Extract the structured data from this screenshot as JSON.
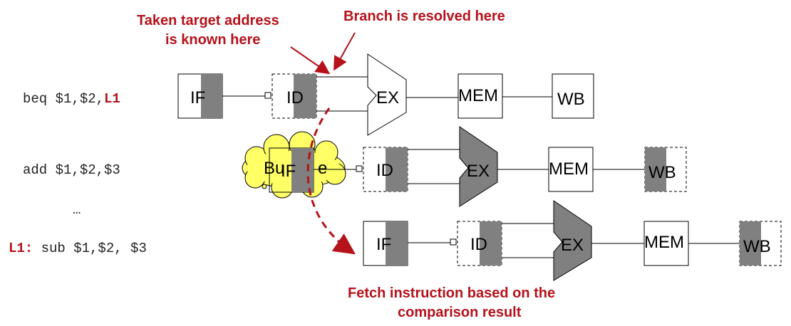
{
  "instructions": [
    {
      "text": "beq $1,$2,",
      "suffix": "L1",
      "label": ""
    },
    {
      "text": "add $1,$2,$3",
      "suffix": "",
      "label": ""
    },
    {
      "text": "…",
      "suffix": "",
      "label": ""
    },
    {
      "text": " sub $1,$2, $3",
      "suffix": "",
      "label": "L1:"
    }
  ],
  "stages": {
    "if": "IF",
    "id": "ID",
    "ex": "EX",
    "mem": "MEM",
    "wb": "WB"
  },
  "bubble": {
    "text_left": "Bu",
    "text_right": "e"
  },
  "annotations": {
    "target_known_line1": "Taken target address",
    "target_known_line2": "is known here",
    "branch_resolved": "Branch is resolved here",
    "fetch_line1": "Fetch instruction based on the",
    "fetch_line2": "comparison result"
  },
  "colors": {
    "accent_red": "#b5121b",
    "stage_gray": "#808080",
    "bubble_yellow": "#ffff66"
  }
}
